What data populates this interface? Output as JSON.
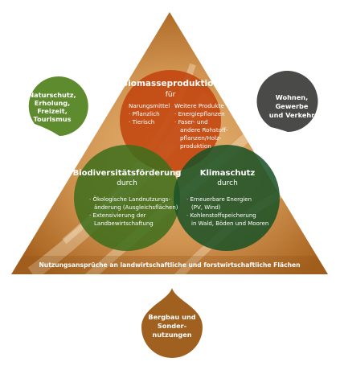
{
  "colors": {
    "triangle_light": "#d9a15c",
    "triangle_dark": "#a8621f",
    "biomass": "#c1440e",
    "biodiversity": "#3c6d1b",
    "climate": "#1a5226",
    "left_drop": "#5e8b2e",
    "right_drop": "#4a4a49",
    "bottom_drop": "#a0601f",
    "text": "#ffffff"
  },
  "triangle": {
    "bottom_label": "Nutzungsansprüche an landwirtschaftliche und forstwirtschaftliche Flächen"
  },
  "biomass": {
    "title": "Biomasseproduktion",
    "subtitle": "für",
    "left_heading": "Narungsmittel",
    "left_items": [
      "· Pflanzlich",
      "· Tierisch"
    ],
    "right_heading": "Weitere Produkte",
    "right_items": [
      "· Energiepflanzen",
      "· Faser- und",
      "andere Rohstoff-",
      "pflanzen/Holz-",
      "produktion"
    ]
  },
  "biodiversity": {
    "title": "Biodiversitätsförderung",
    "subtitle": "durch",
    "items": [
      "· Ökologische Landnutzungs-",
      "änderung (Ausgleichsflächen)",
      "· Extensivierung der",
      "Landbewirtschaftung"
    ]
  },
  "climate": {
    "title": "Klimaschutz",
    "subtitle": "durch",
    "items": [
      "· Erneuerbare Energien",
      "(PV, Wind)",
      "· Kohlenstoffspeicherung",
      "in Wald, Böden und Mooren"
    ]
  },
  "left_drop": {
    "lines": [
      "Naturschutz,",
      "Erholung,",
      "Freizeit,",
      "Tourismus"
    ]
  },
  "right_drop": {
    "lines": [
      "Wohnen,",
      "Gewerbe",
      "und Verkehr"
    ]
  },
  "bottom_drop": {
    "lines": [
      "Bergbau und",
      "Sonder-",
      "nutzungen"
    ]
  }
}
